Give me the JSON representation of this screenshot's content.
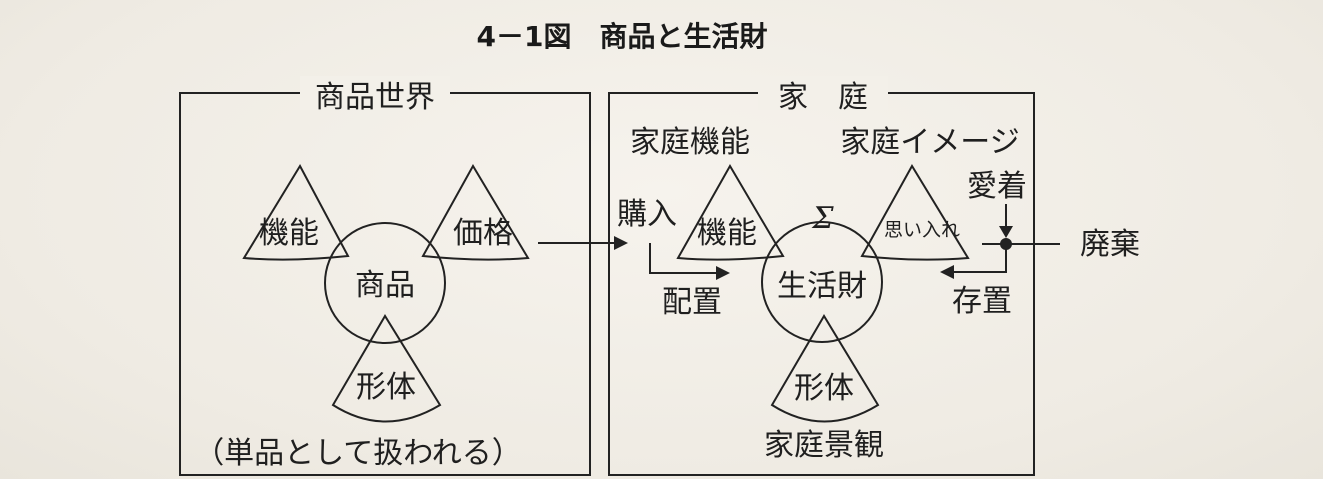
{
  "title": "4－1図　商品と生活財",
  "left_panel": {
    "header": "商品世界",
    "center": "商品",
    "triangle_top_left": "機能",
    "triangle_top_right": "価格",
    "triangle_bottom": "形体",
    "footer": "（単品として扱われる）"
  },
  "right_panel": {
    "header": "家　庭",
    "label_top_left": "家庭機能",
    "label_top_right": "家庭イメージ",
    "center": "生活財",
    "sigma": "Σ",
    "triangle_left": "機能",
    "triangle_right": "思い入れ",
    "triangle_bottom": "形体",
    "footer": "家庭景観",
    "attachment": "愛着"
  },
  "flow_labels": {
    "purchase": "購入",
    "placement": "配置",
    "storage": "存置",
    "disposal": "廃棄"
  }
}
